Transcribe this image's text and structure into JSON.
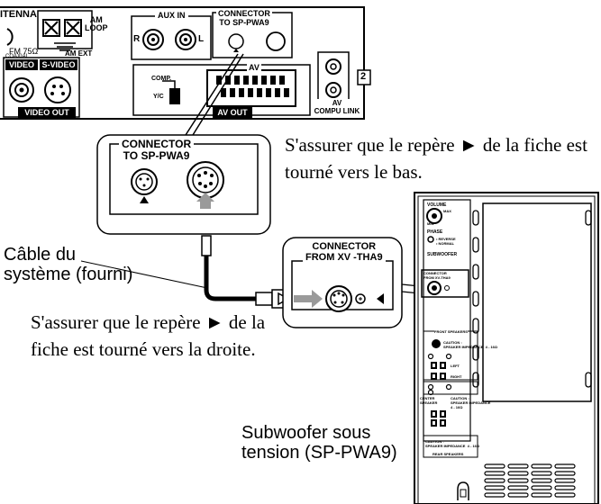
{
  "receiver_panel": {
    "antenna_label": "ITENNA",
    "fm_label": "FM 75Ω",
    "coaxial_label": "COAXIAL",
    "am_ext_label": "AM EXT",
    "am_loop_label": "AM\nLOOP",
    "aux_in_label": "AUX IN",
    "aux_r": "R",
    "aux_l": "L",
    "connector_to_label": "CONNECTOR\nTO SP-PWA9",
    "video_label": "VIDEO",
    "svideo_label": "S-VIDEO",
    "video_out_label": "VIDEO OUT",
    "comp_label": "COMP.",
    "yc_label": "Y/C",
    "av_label": "AV",
    "av_out_label": "AV OUT",
    "av_compu_link_label": "AV\nCOMPU LINK",
    "badge": "2"
  },
  "zoom_connector_to": {
    "label": "CONNECTOR\nTO SP-PWA9"
  },
  "zoom_connector_from": {
    "label": "CONNECTOR\nFROM XV -THA9"
  },
  "notes": {
    "top_right": "S'assurer que le repère ► de la fiche est tourné vers le bas.",
    "middle_left": "S'assurer que le repère ► de la fiche est tourné vers la droite."
  },
  "captions": {
    "cable": "Câble du\nsystème (fourni)",
    "subwoofer": "Subwoofer sous\ntension (SP-PWA9)"
  },
  "subwoofer_panel": {
    "volume": "VOLUME",
    "min": "MIN",
    "max": "MAX",
    "phase": "PHASE",
    "reverse": "• REVERSE",
    "normal": "• NORMAL",
    "subwoofer": "SUBWOOFER",
    "connector_from_small": "CONNECTOR\nFROM XV-THA9",
    "front_speakers": "FRONT SPEAKERS",
    "caution_front": "CAUTION :\nSPEAKER IMPEDANCE  4 - 16Ω",
    "left": "LEFT",
    "right": "RIGHT",
    "center_speaker": "CENTER\nSPEAKER",
    "caution_center": "CAUTION :\nSPEAKER IMPEDANCE\n4 - 16Ω",
    "caution_rear": "CAUTION :\nSPEAKER IMPEDANCE  4 - 16Ω",
    "rear_speakers": "REAR SPEAKERS"
  },
  "colors": {
    "ink": "#000000",
    "arrow_grey": "#9a9a9a",
    "panel_fill": "#ffffff"
  }
}
